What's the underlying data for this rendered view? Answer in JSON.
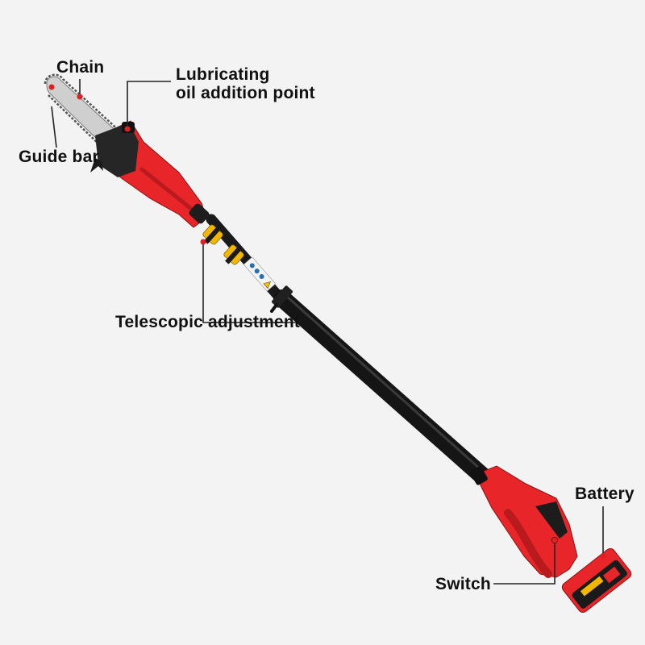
{
  "labels": {
    "chain": "Chain",
    "lubricating_line1": "Lubricating",
    "lubricating_line2": "oil addition point",
    "guide_bar": "Guide bar",
    "telescopic": "Telescopic adjustment",
    "battery": "Battery",
    "switch": "Switch"
  },
  "colors": {
    "background": "#f3f3f3",
    "body_red": "#e8262a",
    "pole_black": "#161616",
    "bar_silver": "#c9c9c9",
    "callout_line": "#222222",
    "marker_dot": "#e02020",
    "clamp_yellow": "#f2b705"
  }
}
